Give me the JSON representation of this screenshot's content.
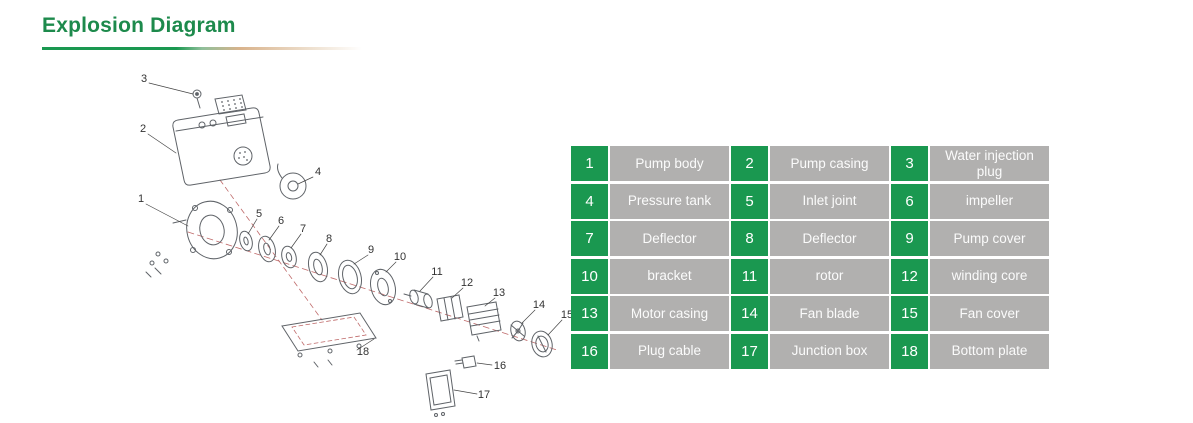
{
  "page": {
    "title": "Explosion Diagram"
  },
  "colors": {
    "green": "#1a9850",
    "title_green": "#1d8a4c",
    "gray": "#b1b0af",
    "tan": "#d9b38c"
  },
  "parts": [
    {
      "num": "1",
      "label": "Pump body"
    },
    {
      "num": "2",
      "label": "Pump casing"
    },
    {
      "num": "3",
      "label": "Water injection plug"
    },
    {
      "num": "4",
      "label": "Pressure tank"
    },
    {
      "num": "5",
      "label": "Inlet joint"
    },
    {
      "num": "6",
      "label": "impeller"
    },
    {
      "num": "7",
      "label": "Deflector"
    },
    {
      "num": "8",
      "label": "Deflector"
    },
    {
      "num": "9",
      "label": "Pump cover"
    },
    {
      "num": "10",
      "label": "bracket"
    },
    {
      "num": "11",
      "label": "rotor"
    },
    {
      "num": "12",
      "label": "winding core"
    },
    {
      "num": "13",
      "label": "Motor casing"
    },
    {
      "num": "14",
      "label": "Fan blade"
    },
    {
      "num": "15",
      "label": "Fan cover"
    },
    {
      "num": "16",
      "label": "Plug cable"
    },
    {
      "num": "17",
      "label": "Junction box"
    },
    {
      "num": "18",
      "label": "Bottom plate"
    }
  ]
}
